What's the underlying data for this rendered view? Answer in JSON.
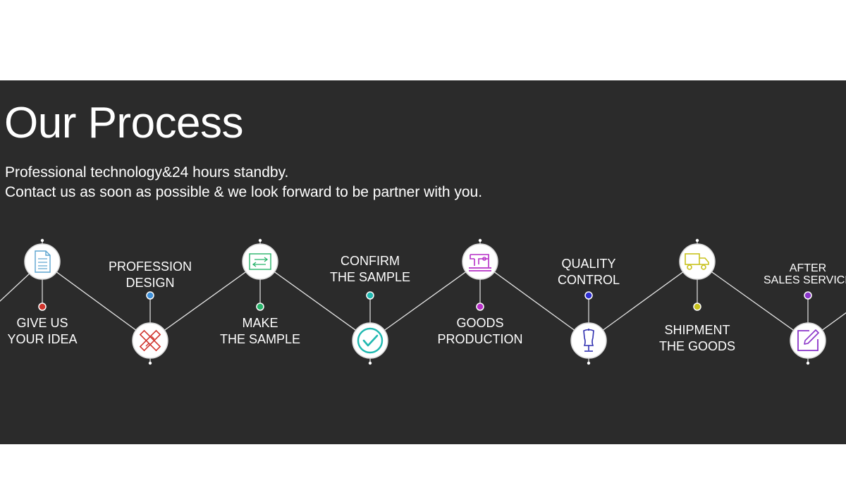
{
  "header": {
    "title": "Our Process",
    "subtitle_line1": "Professional technology&24 hours standby.",
    "subtitle_line2": "Contact us as soon as possible & we look forward to be partner with you."
  },
  "steps": [
    {
      "line1": "GIVE US",
      "line2": "YOUR IDEA",
      "icon": "document-icon",
      "color": "#5ba4cf",
      "dot_color": "#d0342c"
    },
    {
      "line1": "PROFESSION",
      "line2": "DESIGN",
      "icon": "ruler-pencil-icon",
      "color": "#d0342c",
      "dot_color": "#3d8fd8"
    },
    {
      "line1": "MAKE",
      "line2": "THE SAMPLE",
      "icon": "sample-template-icon",
      "color": "#27b36a",
      "dot_color": "#27b36a"
    },
    {
      "line1": "CONFIRM",
      "line2": "THE SAMPLE",
      "icon": "checkmark-icon",
      "color": "#1fb8b0",
      "dot_color": "#1fb8b0"
    },
    {
      "line1": "GOODS",
      "line2": "PRODUCTION",
      "icon": "sewing-machine-icon",
      "color": "#b62fc7",
      "dot_color": "#b62fc7"
    },
    {
      "line1": "QUALITY",
      "line2": "CONTROL",
      "icon": "dress-form-icon",
      "color": "#2f2fb0",
      "dot_color": "#2f2fd0"
    },
    {
      "line1": "SHIPMENT",
      "line2": "THE GOODS",
      "icon": "delivery-truck-icon",
      "color": "#c8c21e",
      "dot_color": "#c8c21e"
    },
    {
      "line1": "AFTER",
      "line2": "SALES SERVICE",
      "icon": "edit-icon",
      "color": "#8a35c9",
      "dot_color": "#8a35c9"
    }
  ]
}
